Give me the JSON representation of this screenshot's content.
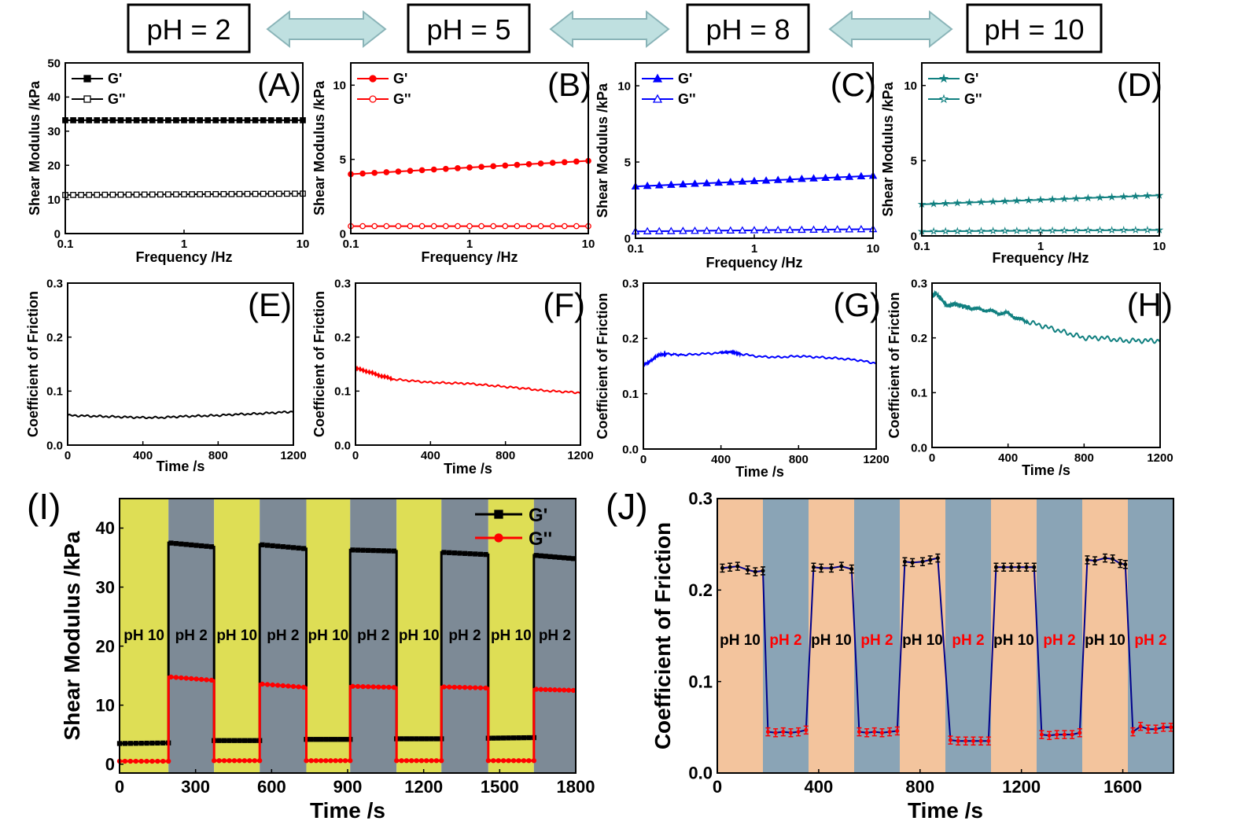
{
  "header": {
    "ph_labels": [
      "pH = 2",
      "pH = 5",
      "pH = 8",
      "pH = 10"
    ],
    "arrow_color": "#bfe0e0"
  },
  "chart_data": [
    {
      "id": "A",
      "type": "line",
      "panel_label": "(A)",
      "color": "#000000",
      "xscale": "log",
      "xlim": [
        0.1,
        10
      ],
      "ylim": [
        0,
        50
      ],
      "xticks": [
        0.1,
        1,
        10
      ],
      "xtick_labels": [
        "0.1",
        "1",
        "10"
      ],
      "yticks": [
        0,
        10,
        20,
        30,
        40,
        50
      ],
      "ytick_labels": [
        "0",
        "10",
        "20",
        "30",
        "40",
        "50"
      ],
      "xlabel": "Frequency /Hz",
      "ylabel": "Shear Modulus /kPa",
      "legend_position": "top-left",
      "series": [
        {
          "name": "G'",
          "marker": "square",
          "filled": true,
          "x_range": [
            0.1,
            10
          ],
          "n_points": 31,
          "y": [
            33.2,
            33.2
          ]
        },
        {
          "name": "G''",
          "marker": "square",
          "filled": false,
          "x_range": [
            0.1,
            10
          ],
          "n_points": 31,
          "y": [
            11.3,
            11.7
          ]
        }
      ]
    },
    {
      "id": "B",
      "type": "line",
      "panel_label": "(B)",
      "color": "#ff0000",
      "xscale": "log",
      "xlim": [
        0.1,
        10
      ],
      "ylim": [
        0,
        11.5
      ],
      "xticks": [
        0.1,
        1,
        10
      ],
      "xtick_labels": [
        "0.1",
        "1",
        "10"
      ],
      "yticks": [
        0,
        5,
        10
      ],
      "ytick_labels": [
        "0",
        "5",
        "10"
      ],
      "xlabel": "Frequency /Hz",
      "ylabel": "Shear Modulus /kPa",
      "legend_position": "top-left",
      "series": [
        {
          "name": "G'",
          "marker": "circle",
          "filled": true,
          "x_range": [
            0.1,
            10
          ],
          "n_points": 21,
          "y": [
            4.0,
            4.9
          ]
        },
        {
          "name": "G''",
          "marker": "circle",
          "filled": false,
          "x_range": [
            0.1,
            10
          ],
          "n_points": 21,
          "y": [
            0.5,
            0.5
          ]
        }
      ]
    },
    {
      "id": "C",
      "type": "line",
      "panel_label": "(C)",
      "color": "#0000ff",
      "xscale": "log",
      "xlim": [
        0.1,
        10
      ],
      "ylim": [
        0,
        11.5
      ],
      "xticks": [
        0.1,
        1,
        10
      ],
      "xtick_labels": [
        "0.1",
        "1",
        "10"
      ],
      "yticks": [
        0,
        5,
        10
      ],
      "ytick_labels": [
        "0",
        "5",
        "10"
      ],
      "xlabel": "Frequency /Hz",
      "ylabel": "Shear Modulus /kPa",
      "legend_position": "top-left",
      "series": [
        {
          "name": "G'",
          "marker": "triangle",
          "filled": true,
          "x_range": [
            0.1,
            10
          ],
          "n_points": 21,
          "y": [
            3.4,
            4.1
          ]
        },
        {
          "name": "G''",
          "marker": "triangle",
          "filled": false,
          "x_range": [
            0.1,
            10
          ],
          "n_points": 21,
          "y": [
            0.45,
            0.6
          ]
        }
      ]
    },
    {
      "id": "D",
      "type": "line",
      "panel_label": "(D)",
      "color": "#118080",
      "xscale": "log",
      "xlim": [
        0.1,
        10
      ],
      "ylim": [
        0,
        11.5
      ],
      "xticks": [
        0.1,
        1,
        10
      ],
      "xtick_labels": [
        "0.1",
        "1",
        "10"
      ],
      "yticks": [
        0,
        5,
        10
      ],
      "ytick_labels": [
        "0",
        "5",
        "10"
      ],
      "xlabel": "Frequency /Hz",
      "ylabel": "Shear Modulus /kPa",
      "legend_position": "top-left",
      "series": [
        {
          "name": "G'",
          "marker": "star",
          "filled": true,
          "x_range": [
            0.1,
            10
          ],
          "n_points": 21,
          "y": [
            2.1,
            2.7
          ]
        },
        {
          "name": "G''",
          "marker": "star",
          "filled": false,
          "x_range": [
            0.1,
            10
          ],
          "n_points": 21,
          "y": [
            0.3,
            0.4
          ]
        }
      ]
    },
    {
      "id": "E",
      "type": "line",
      "panel_label": "(E)",
      "color": "#000000",
      "xlim": [
        0,
        1200
      ],
      "ylim": [
        0,
        0.3
      ],
      "xticks": [
        0,
        400,
        800,
        1200
      ],
      "xtick_labels": [
        "0",
        "400",
        "800",
        "1200"
      ],
      "yticks": [
        0,
        0.1,
        0.2,
        0.3
      ],
      "ytick_labels": [
        "0.0",
        "0.1",
        "0.2",
        "0.3"
      ],
      "xlabel": "Time /s",
      "ylabel": "Coefficient of Friction",
      "series": [
        {
          "x": [
            0,
            100,
            200,
            300,
            400,
            500,
            600,
            700,
            800,
            900,
            1000,
            1100,
            1200
          ],
          "y": [
            0.055,
            0.054,
            0.053,
            0.052,
            0.051,
            0.051,
            0.053,
            0.054,
            0.055,
            0.057,
            0.058,
            0.06,
            0.062
          ]
        }
      ]
    },
    {
      "id": "F",
      "type": "line",
      "panel_label": "(F)",
      "color": "#ff0000",
      "xlim": [
        0,
        1200
      ],
      "ylim": [
        0,
        0.3
      ],
      "xticks": [
        0,
        400,
        800,
        1200
      ],
      "xtick_labels": [
        "0",
        "400",
        "800",
        "1200"
      ],
      "yticks": [
        0,
        0.1,
        0.2,
        0.3
      ],
      "ytick_labels": [
        "0.0",
        "0.1",
        "0.2",
        "0.3"
      ],
      "xlabel": "Time /s",
      "ylabel": "Coefficient of Friction",
      "series": [
        {
          "x": [
            0,
            50,
            100,
            150,
            200,
            300,
            400,
            500,
            600,
            700,
            800,
            900,
            1000,
            1100,
            1200
          ],
          "y": [
            0.142,
            0.138,
            0.132,
            0.127,
            0.122,
            0.119,
            0.116,
            0.115,
            0.114,
            0.111,
            0.108,
            0.105,
            0.101,
            0.099,
            0.097
          ]
        }
      ]
    },
    {
      "id": "G",
      "type": "line",
      "panel_label": "(G)",
      "color": "#0000ff",
      "xlim": [
        0,
        1200
      ],
      "ylim": [
        0,
        0.3
      ],
      "xticks": [
        0,
        400,
        800,
        1200
      ],
      "xtick_labels": [
        "0",
        "400",
        "800",
        "1200"
      ],
      "yticks": [
        0,
        0.1,
        0.2,
        0.3
      ],
      "ytick_labels": [
        "0.0",
        "0.1",
        "0.2",
        "0.3"
      ],
      "xlabel": "Time /s",
      "ylabel": "Coefficient of Friction",
      "series": [
        {
          "x": [
            0,
            40,
            80,
            120,
            200,
            300,
            400,
            460,
            500,
            600,
            700,
            800,
            900,
            1000,
            1100,
            1200
          ],
          "y": [
            0.152,
            0.16,
            0.17,
            0.172,
            0.17,
            0.172,
            0.174,
            0.176,
            0.172,
            0.167,
            0.166,
            0.168,
            0.166,
            0.164,
            0.161,
            0.155
          ]
        }
      ]
    },
    {
      "id": "H",
      "type": "line",
      "panel_label": "(H)",
      "color": "#118080",
      "xlim": [
        0,
        1200
      ],
      "ylim": [
        0,
        0.3
      ],
      "xticks": [
        0,
        400,
        800,
        1200
      ],
      "xtick_labels": [
        "0",
        "400",
        "800",
        "1200"
      ],
      "yticks": [
        0,
        0.1,
        0.2,
        0.3
      ],
      "ytick_labels": [
        "0.0",
        "0.1",
        "0.2",
        "0.3"
      ],
      "xlabel": "Time /s",
      "ylabel": "Coefficient of Friction",
      "series": [
        {
          "x": [
            0,
            20,
            50,
            80,
            120,
            160,
            200,
            250,
            300,
            350,
            400,
            450,
            500,
            600,
            700,
            800,
            900,
            1000,
            1100,
            1200
          ],
          "y": [
            0.275,
            0.282,
            0.27,
            0.258,
            0.262,
            0.258,
            0.255,
            0.252,
            0.25,
            0.245,
            0.245,
            0.235,
            0.23,
            0.22,
            0.21,
            0.2,
            0.2,
            0.195,
            0.195,
            0.195
          ]
        }
      ]
    },
    {
      "id": "I",
      "type": "line",
      "panel_label": "(I)",
      "xlim": [
        0,
        1800
      ],
      "ylim": [
        -1.5,
        45
      ],
      "xticks": [
        0,
        300,
        600,
        900,
        1200,
        1500,
        1800
      ],
      "xtick_labels": [
        "0",
        "300",
        "600",
        "900",
        "1200",
        "1500",
        "1800"
      ],
      "yticks": [
        0,
        10,
        20,
        30,
        40
      ],
      "ytick_labels": [
        "0",
        "10",
        "20",
        "30",
        "40"
      ],
      "xlabel": "Time /s",
      "ylabel": "Shear Modulus /kPa",
      "legend_position": "top-right",
      "band_colors": {
        "pH 10": "#dede55",
        "pH 2": "#7d8a96"
      },
      "bands": [
        {
          "label": "pH 10",
          "x": [
            0,
            193
          ]
        },
        {
          "label": "pH 2",
          "x": [
            193,
            373
          ]
        },
        {
          "label": "pH 10",
          "x": [
            373,
            553
          ]
        },
        {
          "label": "pH 2",
          "x": [
            553,
            737
          ]
        },
        {
          "label": "pH 10",
          "x": [
            737,
            910
          ]
        },
        {
          "label": "pH 2",
          "x": [
            910,
            1093
          ]
        },
        {
          "label": "pH 10",
          "x": [
            1093,
            1270
          ]
        },
        {
          "label": "pH 2",
          "x": [
            1270,
            1455
          ]
        },
        {
          "label": "pH 10",
          "x": [
            1455,
            1635
          ]
        },
        {
          "label": "pH 2",
          "x": [
            1635,
            1800
          ]
        }
      ],
      "series": [
        {
          "name": "G'",
          "color": "#000000",
          "marker": "square",
          "levels": [
            [
              3.5,
              3.6
            ],
            [
              37.5,
              36.8
            ],
            [
              4.0,
              4.0
            ],
            [
              37.2,
              36.5
            ],
            [
              4.2,
              4.2
            ],
            [
              36.3,
              36.1
            ],
            [
              4.3,
              4.3
            ],
            [
              35.9,
              35.5
            ],
            [
              4.4,
              4.5
            ],
            [
              35.4,
              34.8
            ]
          ]
        },
        {
          "name": "G''",
          "color": "#ff0000",
          "marker": "circle",
          "levels": [
            [
              0.5,
              0.5
            ],
            [
              14.8,
              14.2
            ],
            [
              0.6,
              0.6
            ],
            [
              13.6,
              13.0
            ],
            [
              0.6,
              0.6
            ],
            [
              13.2,
              13.0
            ],
            [
              0.6,
              0.6
            ],
            [
              13.1,
              12.9
            ],
            [
              0.6,
              0.6
            ],
            [
              12.7,
              12.5
            ]
          ]
        }
      ]
    },
    {
      "id": "J",
      "type": "scatter",
      "panel_label": "(J)",
      "xlim": [
        0,
        1800
      ],
      "ylim": [
        0,
        0.3
      ],
      "xticks": [
        0,
        400,
        800,
        1200,
        1600
      ],
      "xtick_labels": [
        "0",
        "400",
        "800",
        "1200",
        "1600"
      ],
      "yticks": [
        0,
        0.1,
        0.2,
        0.3
      ],
      "ytick_labels": [
        "0.0",
        "0.1",
        "0.2",
        "0.3"
      ],
      "xlabel": "Time /s",
      "ylabel": "Coefficient of Friction",
      "band_colors": {
        "pH 10": "#f3c49d",
        "pH 2": "#8aa4b6"
      },
      "label_colors": {
        "pH 10": "#000000",
        "pH 2": "#ff0000"
      },
      "connector_color": "#00008b",
      "bands": [
        {
          "label": "pH 10",
          "x": [
            0,
            180
          ]
        },
        {
          "label": "pH 2",
          "x": [
            180,
            360
          ]
        },
        {
          "label": "pH 10",
          "x": [
            360,
            540
          ]
        },
        {
          "label": "pH 2",
          "x": [
            540,
            720
          ]
        },
        {
          "label": "pH 10",
          "x": [
            720,
            900
          ]
        },
        {
          "label": "pH 2",
          "x": [
            900,
            1080
          ]
        },
        {
          "label": "pH 10",
          "x": [
            1080,
            1260
          ]
        },
        {
          "label": "pH 2",
          "x": [
            1260,
            1440
          ]
        },
        {
          "label": "pH 10",
          "x": [
            1440,
            1620
          ]
        },
        {
          "label": "pH 2",
          "x": [
            1620,
            1800
          ]
        }
      ],
      "series": [
        {
          "name": "pH 10",
          "color": "#000000",
          "x": [
            20,
            50,
            80,
            120,
            150,
            180,
            380,
            410,
            450,
            490,
            530,
            740,
            770,
            810,
            840,
            870,
            1100,
            1130,
            1160,
            1190,
            1220,
            1250,
            1460,
            1490,
            1530,
            1560,
            1590,
            1610
          ],
          "y": [
            0.224,
            0.225,
            0.226,
            0.222,
            0.22,
            0.221,
            0.225,
            0.224,
            0.224,
            0.226,
            0.223,
            0.231,
            0.23,
            0.231,
            0.233,
            0.235,
            0.225,
            0.225,
            0.225,
            0.225,
            0.225,
            0.225,
            0.233,
            0.232,
            0.235,
            0.234,
            0.229,
            0.228
          ]
        },
        {
          "name": "pH 2",
          "color": "#ff0000",
          "x": [
            200,
            230,
            260,
            290,
            320,
            350,
            560,
            590,
            620,
            650,
            680,
            710,
            920,
            950,
            980,
            1010,
            1040,
            1070,
            1280,
            1310,
            1340,
            1370,
            1400,
            1430,
            1640,
            1670,
            1700,
            1730,
            1760,
            1790
          ],
          "y": [
            0.045,
            0.044,
            0.045,
            0.044,
            0.045,
            0.047,
            0.045,
            0.044,
            0.045,
            0.044,
            0.045,
            0.046,
            0.036,
            0.035,
            0.035,
            0.035,
            0.035,
            0.035,
            0.042,
            0.041,
            0.042,
            0.042,
            0.042,
            0.044,
            0.045,
            0.051,
            0.048,
            0.048,
            0.05,
            0.05
          ]
        }
      ]
    }
  ]
}
